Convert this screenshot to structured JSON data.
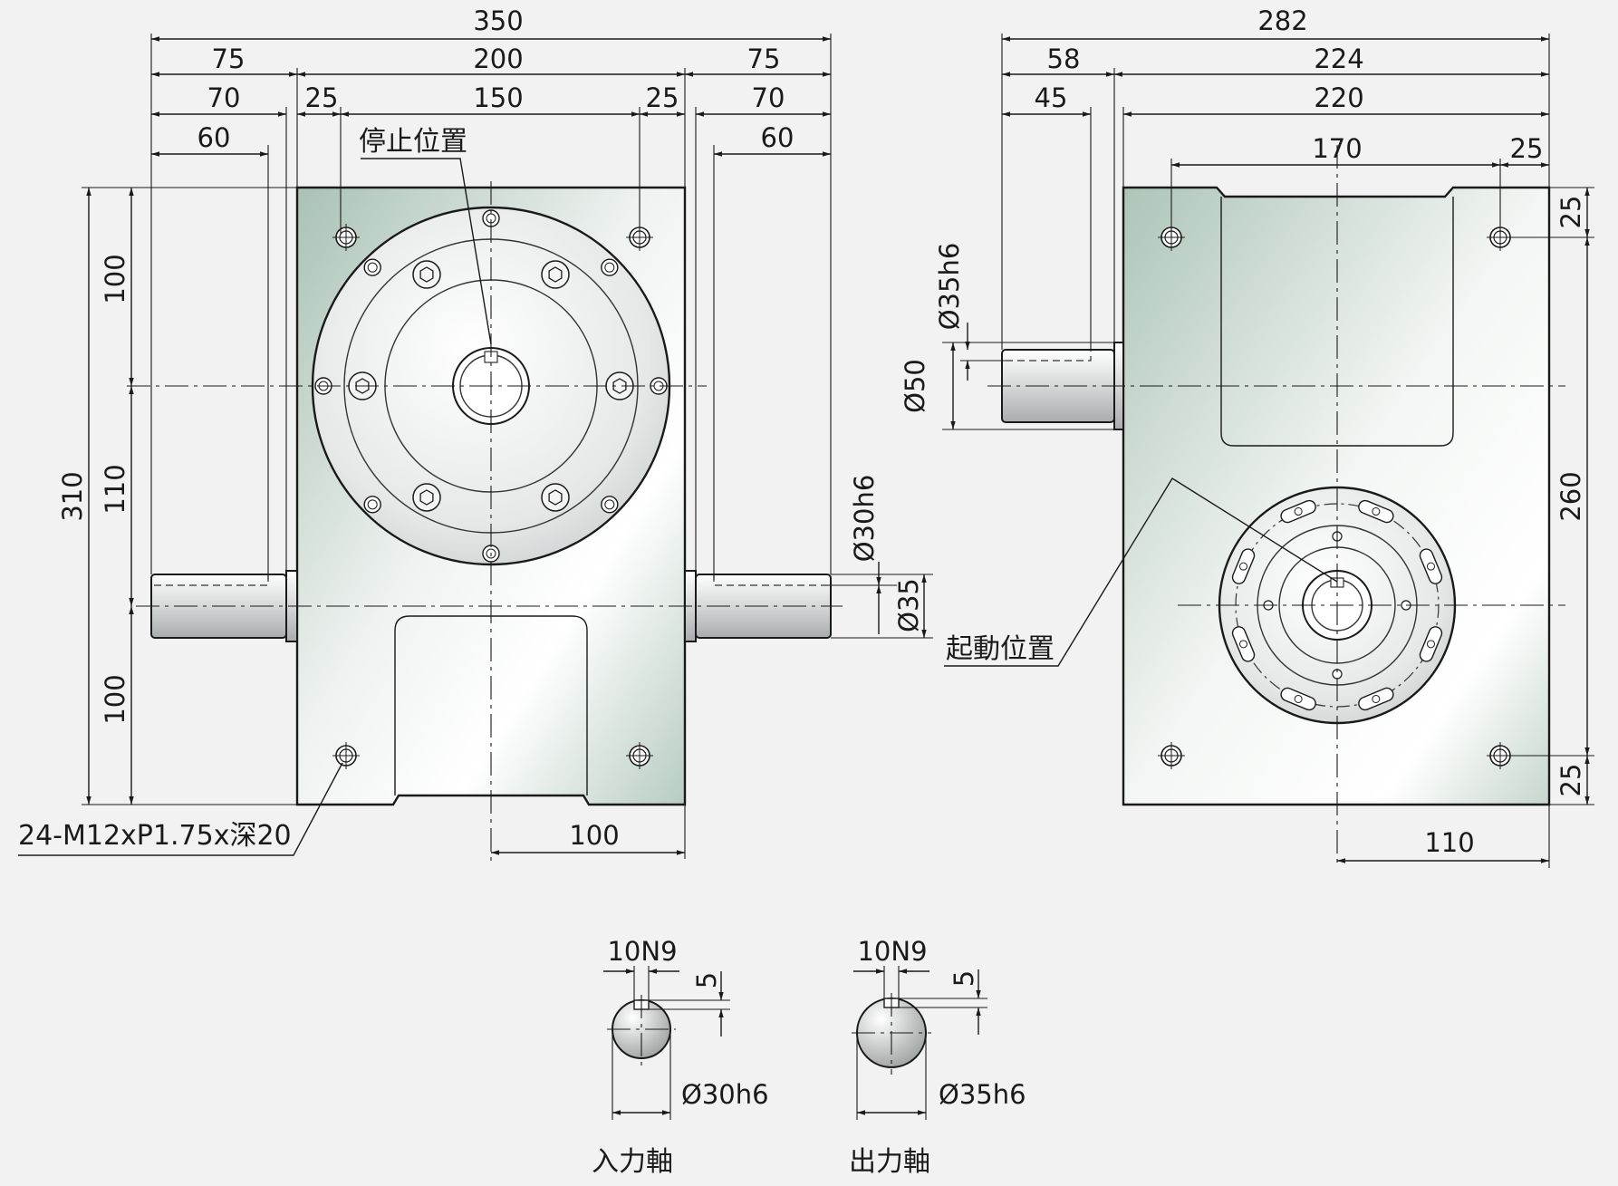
{
  "dims": {
    "front": {
      "overall_width": "350",
      "left_75": "75",
      "middle_200": "200",
      "right_75": "75",
      "left_70": "70",
      "left_25": "25",
      "middle_150": "150",
      "right_25": "25",
      "right_70": "70",
      "left_60": "60",
      "right_60": "60",
      "height_310": "310",
      "upper_100": "100",
      "mid_110": "110",
      "lower_100": "100",
      "bottom_100": "100",
      "shaft_tol": "Ø30h6",
      "shaft_dia": "Ø35"
    },
    "side": {
      "overall_282": "282",
      "shaft_58": "58",
      "body_224": "224",
      "shaft_45": "45",
      "body_220": "220",
      "bolt_170": "170",
      "edge_25": "25",
      "top_25": "25",
      "height_260": "260",
      "bottom_25": "25",
      "bottom_110": "110",
      "shaft_tol": "Ø35h6",
      "flange_dia": "Ø50"
    },
    "key_input": {
      "key_width": "10N9",
      "key_depth": "5",
      "shaft": "Ø30h6"
    },
    "key_output": {
      "key_width": "10N9",
      "key_depth": "5",
      "shaft": "Ø35h6"
    }
  },
  "labels": {
    "stop_position": "停止位置",
    "start_position": "起動位置",
    "tapped_holes": "24-M12xP1.75x深20",
    "input_shaft": "入力軸",
    "output_shaft": "出力軸"
  }
}
